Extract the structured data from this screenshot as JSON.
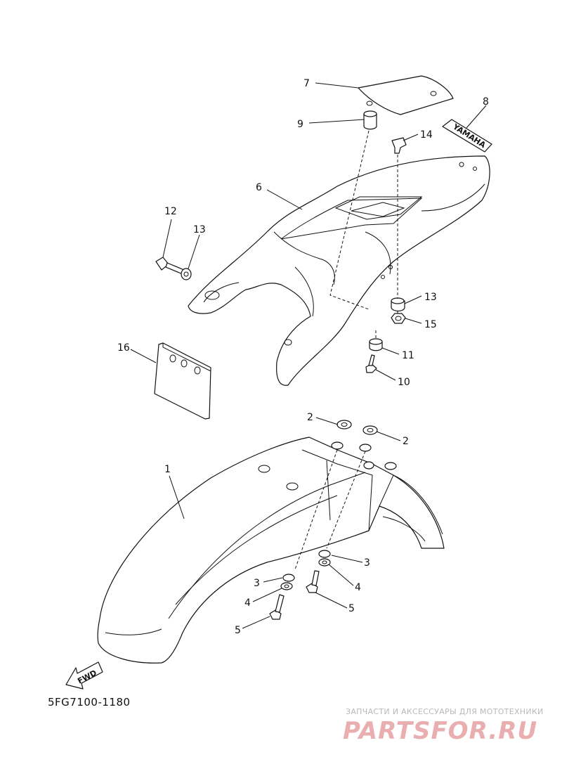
{
  "diagram": {
    "drawing_code": "5FG7100-1180",
    "direction_label": "FWD",
    "decal_text": "YAMAHA",
    "watermark": {
      "caption": "ЗАПЧАСТИ И АКСЕССУАРЫ ДЛЯ МОТОТЕХНИКИ",
      "logo": "PARTSFOR.RU",
      "color": "#e9aeb0"
    },
    "callouts": [
      {
        "id": "c1",
        "text": "1"
      },
      {
        "id": "c2a",
        "text": "2"
      },
      {
        "id": "c2b",
        "text": "2"
      },
      {
        "id": "c3a",
        "text": "3"
      },
      {
        "id": "c3b",
        "text": "3"
      },
      {
        "id": "c4a",
        "text": "4"
      },
      {
        "id": "c4b",
        "text": "4"
      },
      {
        "id": "c5a",
        "text": "5"
      },
      {
        "id": "c5b",
        "text": "5"
      },
      {
        "id": "c6",
        "text": "6"
      },
      {
        "id": "c7",
        "text": "7"
      },
      {
        "id": "c8",
        "text": "8"
      },
      {
        "id": "c9",
        "text": "9"
      },
      {
        "id": "c10",
        "text": "10"
      },
      {
        "id": "c11",
        "text": "11"
      },
      {
        "id": "c12",
        "text": "12"
      },
      {
        "id": "c13a",
        "text": "13"
      },
      {
        "id": "c13b",
        "text": "13"
      },
      {
        "id": "c14",
        "text": "14"
      },
      {
        "id": "c15",
        "text": "15"
      },
      {
        "id": "c16",
        "text": "16"
      }
    ]
  }
}
